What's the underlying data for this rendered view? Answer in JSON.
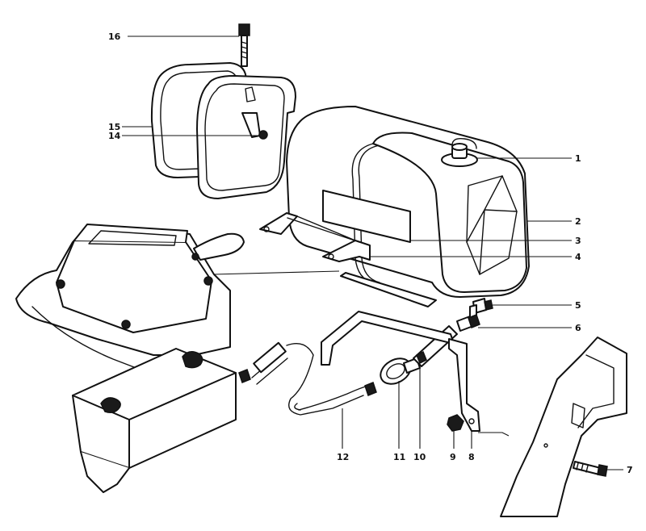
{
  "callouts": [
    {
      "id": "1",
      "label": "1"
    },
    {
      "id": "2",
      "label": "2"
    },
    {
      "id": "3",
      "label": "3"
    },
    {
      "id": "4",
      "label": "4"
    },
    {
      "id": "5",
      "label": "5"
    },
    {
      "id": "6",
      "label": "6"
    },
    {
      "id": "7",
      "label": "7"
    },
    {
      "id": "8",
      "label": "8"
    },
    {
      "id": "9",
      "label": "9"
    },
    {
      "id": "10",
      "label": "10"
    },
    {
      "id": "11",
      "label": "11"
    },
    {
      "id": "12",
      "label": "12"
    },
    {
      "id": "14",
      "label": "14"
    },
    {
      "id": "15",
      "label": "15"
    },
    {
      "id": "16",
      "label": "16"
    }
  ],
  "colors": {
    "line": "#111111",
    "background": "#ffffff"
  }
}
